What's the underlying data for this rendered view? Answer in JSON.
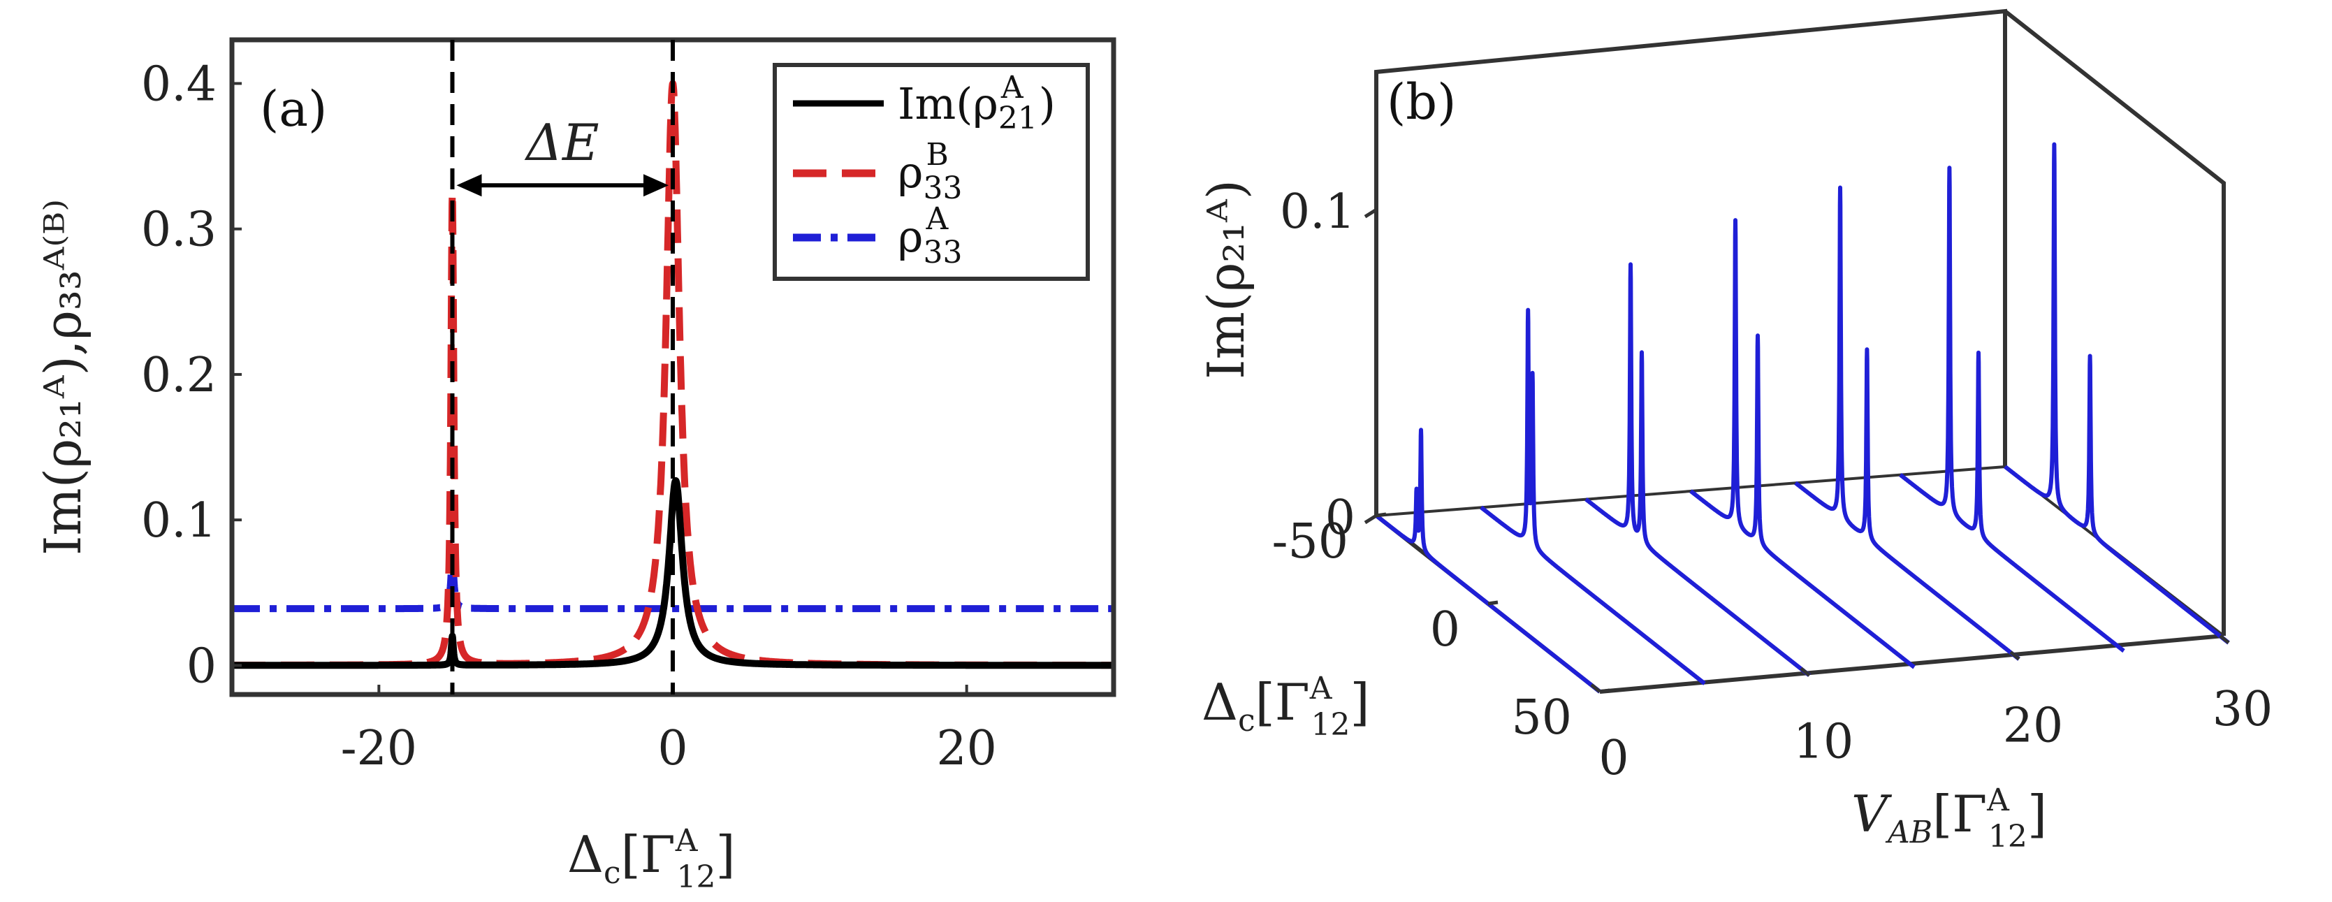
{
  "chart_data": [
    {
      "panel": "(a)",
      "type": "line",
      "xlabel_main": "Δ",
      "xlabel_sub": "c",
      "xlabel_bracket": "[Γ",
      "xlabel_sup": "A",
      "xlabel_sub2": "12",
      "xlabel_close": "]",
      "ylabel": "Im(ρ₂₁ᴬ),ρ₃₃ᴬ⁽ᴮ⁾",
      "xlim": [
        -30,
        30
      ],
      "ylim": [
        -0.02,
        0.43
      ],
      "xticks": [
        -20,
        0,
        20
      ],
      "xtick_labels": [
        "-20",
        "0",
        "20"
      ],
      "yticks": [
        0,
        0.1,
        0.2,
        0.3,
        0.4
      ],
      "ytick_labels": [
        "0",
        "0.1",
        "0.2",
        "0.3",
        "0.4"
      ],
      "vlines": [
        -15,
        0
      ],
      "annotation": {
        "text": "ΔE",
        "from": -15,
        "to": 0,
        "y": 0.33
      },
      "legend_position": "top-right",
      "series": [
        {
          "key": "im_rho21",
          "legend": "Im(ρ",
          "legend_sub": "21",
          "legend_sup": "A",
          "legend_close": ")",
          "color": "#000000",
          "style": "solid",
          "peaks": [
            {
              "center": -15,
              "height": 0.02,
              "width": 0.08
            },
            {
              "center": 0.2,
              "height": 0.127,
              "width": 0.55
            }
          ]
        },
        {
          "key": "rho33_B",
          "legend": "ρ",
          "legend_sub": "33",
          "legend_sup": "B",
          "color": "#d62728",
          "style": "dashed",
          "peaks": [
            {
              "center": -15,
              "height": 0.325,
              "width": 0.12
            },
            {
              "center": 0,
              "height": 0.4,
              "width": 0.55
            }
          ]
        },
        {
          "key": "rho33_A",
          "legend": "ρ",
          "legend_sub": "33",
          "legend_sup": "A",
          "color": "#1f1fd6",
          "style": "dashdot",
          "baseline": 0.039,
          "peaks": [
            {
              "center": -15,
              "height": 0.075,
              "width": 0.12
            }
          ]
        }
      ]
    },
    {
      "panel": "(b)",
      "type": "line3d",
      "zlabel": "Im(ρ₂₁ᴬ)",
      "ylabel_main": "Δ",
      "ylabel_sub": "c",
      "ylabel_bracket": "[Γ",
      "ylabel_sup": "A",
      "ylabel_sub2": "12",
      "ylabel_close": "]",
      "xlabel_main": "V",
      "xlabel_sub": "AB",
      "xlabel_bracket": "[Γ",
      "xlabel_sup": "A",
      "xlabel_sub2": "12",
      "xlabel_close": "]",
      "xticks": [
        0,
        10,
        20,
        30
      ],
      "xtick_labels": [
        "0",
        "10",
        "20",
        "30"
      ],
      "yticks": [
        -50,
        0,
        50
      ],
      "ytick_labels": [
        "-50",
        "0",
        "50"
      ],
      "zticks": [
        0,
        0.1
      ],
      "ztick_labels": [
        "0",
        "0.1"
      ],
      "color": "#1f1fd6",
      "traces": [
        {
          "V": 0,
          "peaks": [
            {
              "delta": -32,
              "height": 0.018
            },
            {
              "delta": -30,
              "height": 0.039
            }
          ]
        },
        {
          "V": 5,
          "peaks": [
            {
              "delta": -27,
              "height": 0.055
            },
            {
              "delta": -29,
              "height": 0.075
            }
          ]
        },
        {
          "V": 10,
          "peaks": [
            {
              "delta": -25,
              "height": 0.062
            },
            {
              "delta": -30,
              "height": 0.088
            }
          ]
        },
        {
          "V": 15,
          "peaks": [
            {
              "delta": -20,
              "height": 0.068
            },
            {
              "delta": -30,
              "height": 0.1
            }
          ]
        },
        {
          "V": 20,
          "peaks": [
            {
              "delta": -18,
              "height": 0.062
            },
            {
              "delta": -30,
              "height": 0.108
            }
          ]
        },
        {
          "V": 25,
          "peaks": [
            {
              "delta": -15,
              "height": 0.06
            },
            {
              "delta": -28,
              "height": 0.113
            }
          ]
        },
        {
          "V": 30,
          "peaks": [
            {
              "delta": -12,
              "height": 0.058
            },
            {
              "delta": -28,
              "height": 0.118
            }
          ]
        }
      ]
    }
  ]
}
